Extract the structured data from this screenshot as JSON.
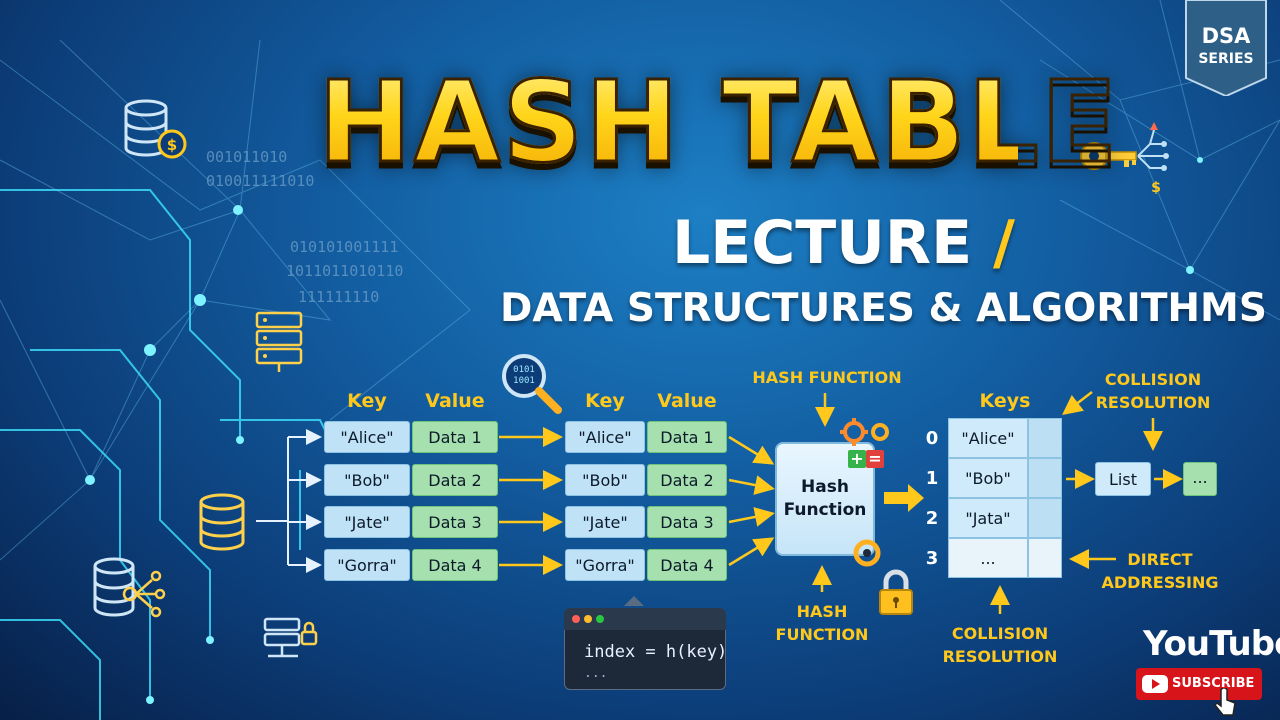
{
  "title": "HASH TABLE",
  "subtitle_line1": "LECTURE",
  "subtitle_slash": "/",
  "subtitle_line2": "DATA STRUCTURES & ALGORITHMS",
  "badge": {
    "line1": "DSA",
    "line2": "SERIES"
  },
  "binary_text": [
    "001011010",
    "010011111010",
    "010101001111",
    "1011011010110",
    "111111110"
  ],
  "table1": {
    "key_header": "Key",
    "value_header": "Value",
    "rows": [
      {
        "key": "\"Alice\"",
        "value": "Data 1"
      },
      {
        "key": "\"Bob\"",
        "value": "Data 2"
      },
      {
        "key": "\"Jate\"",
        "value": "Data 3"
      },
      {
        "key": "\"Gorra\"",
        "value": "Data 4"
      }
    ]
  },
  "table2": {
    "key_header": "Key",
    "value_header": "Value",
    "rows": [
      {
        "key": "\"Alice\"",
        "value": "Data 1"
      },
      {
        "key": "\"Bob\"",
        "value": "Data 2"
      },
      {
        "key": "\"Jate\"",
        "value": "Data 3"
      },
      {
        "key": "\"Gorra\"",
        "value": "Data 4"
      }
    ]
  },
  "hash_function": {
    "top_label": "HASH FUNCTION",
    "box_label_line1": "Hash",
    "box_label_line2": "Function",
    "bottom_label_line1": "HASH",
    "bottom_label_line2": "FUNCTION"
  },
  "code_snippet": {
    "line": "index = h(key)",
    "continuation": "..."
  },
  "buckets": {
    "header": "Keys",
    "rows": [
      {
        "index": "0",
        "key": "\"Alice\""
      },
      {
        "index": "1",
        "key": "\"Bob\""
      },
      {
        "index": "2",
        "key": "\"Jata\""
      },
      {
        "index": "3",
        "key": "..."
      }
    ],
    "chain": {
      "list_label": "List",
      "next_label": "..."
    }
  },
  "annotations": {
    "collision_resolution_top_line1": "COLLISION",
    "collision_resolution_top_line2": "RESOLUTION",
    "direct_addressing_line1": "DIRECT",
    "direct_addressing_line2": "ADDRESSING",
    "collision_resolution_bottom_line1": "COLLISION",
    "collision_resolution_bottom_line2": "RESOLUTION"
  },
  "youtube": {
    "wordmark": "YouTube",
    "subscribe_label": "SUBSCRIBE"
  },
  "colors": {
    "background": "#135fa3",
    "title_gold": "#ffd51a",
    "accent_yellow": "#ffc81a",
    "key_cell": "#bfe2f6",
    "value_cell": "#a6e0ae",
    "subscribe_red": "#d6141a"
  },
  "icons": [
    "database-dollar-icon",
    "server-rack-icon",
    "database-icon",
    "database-network-icon",
    "server-lock-icon",
    "key-circuit-icon",
    "magnifier-binary-icon",
    "gear-icon",
    "plus-minus-icon",
    "lock-icon",
    "cursor-icon",
    "youtube-play-icon"
  ]
}
